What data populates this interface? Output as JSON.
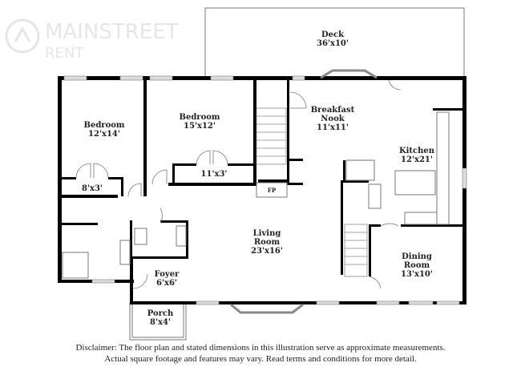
{
  "rooms": {
    "deck": {
      "name": "Deck",
      "size": "36'x10'"
    },
    "bedroom1": {
      "name": "Bedroom",
      "size": "12'x14'"
    },
    "closet1": {
      "size": "8'x3'"
    },
    "bedroom2": {
      "name": "Bedroom",
      "size": "15'x12'"
    },
    "closet2": {
      "size": "11'x3'"
    },
    "breakfast_nook": {
      "name1": "Breakfast",
      "name2": "Nook",
      "size": "11'x11'"
    },
    "kitchen": {
      "name": "Kitchen",
      "size": "12'x21'"
    },
    "fireplace": {
      "name": "FP"
    },
    "living_room": {
      "name1": "Living",
      "name2": "Room",
      "size": "23'x16'"
    },
    "foyer": {
      "name": "Foyer",
      "size": "6'x6'"
    },
    "dining_room": {
      "name1": "Dining",
      "name2": "Room",
      "size": "13'x10'"
    },
    "porch": {
      "name": "Porch",
      "size": "8'x4'"
    }
  },
  "watermark": {
    "line1": "MAINSTREET",
    "line2": "RENT"
  },
  "disclaimer": {
    "line1": "Disclaimer: The floor plan and stated dimensions in this illustration serve as approximate measurements.",
    "line2": "Actual square footage and features may vary. Read terms and conditions for more detail."
  }
}
